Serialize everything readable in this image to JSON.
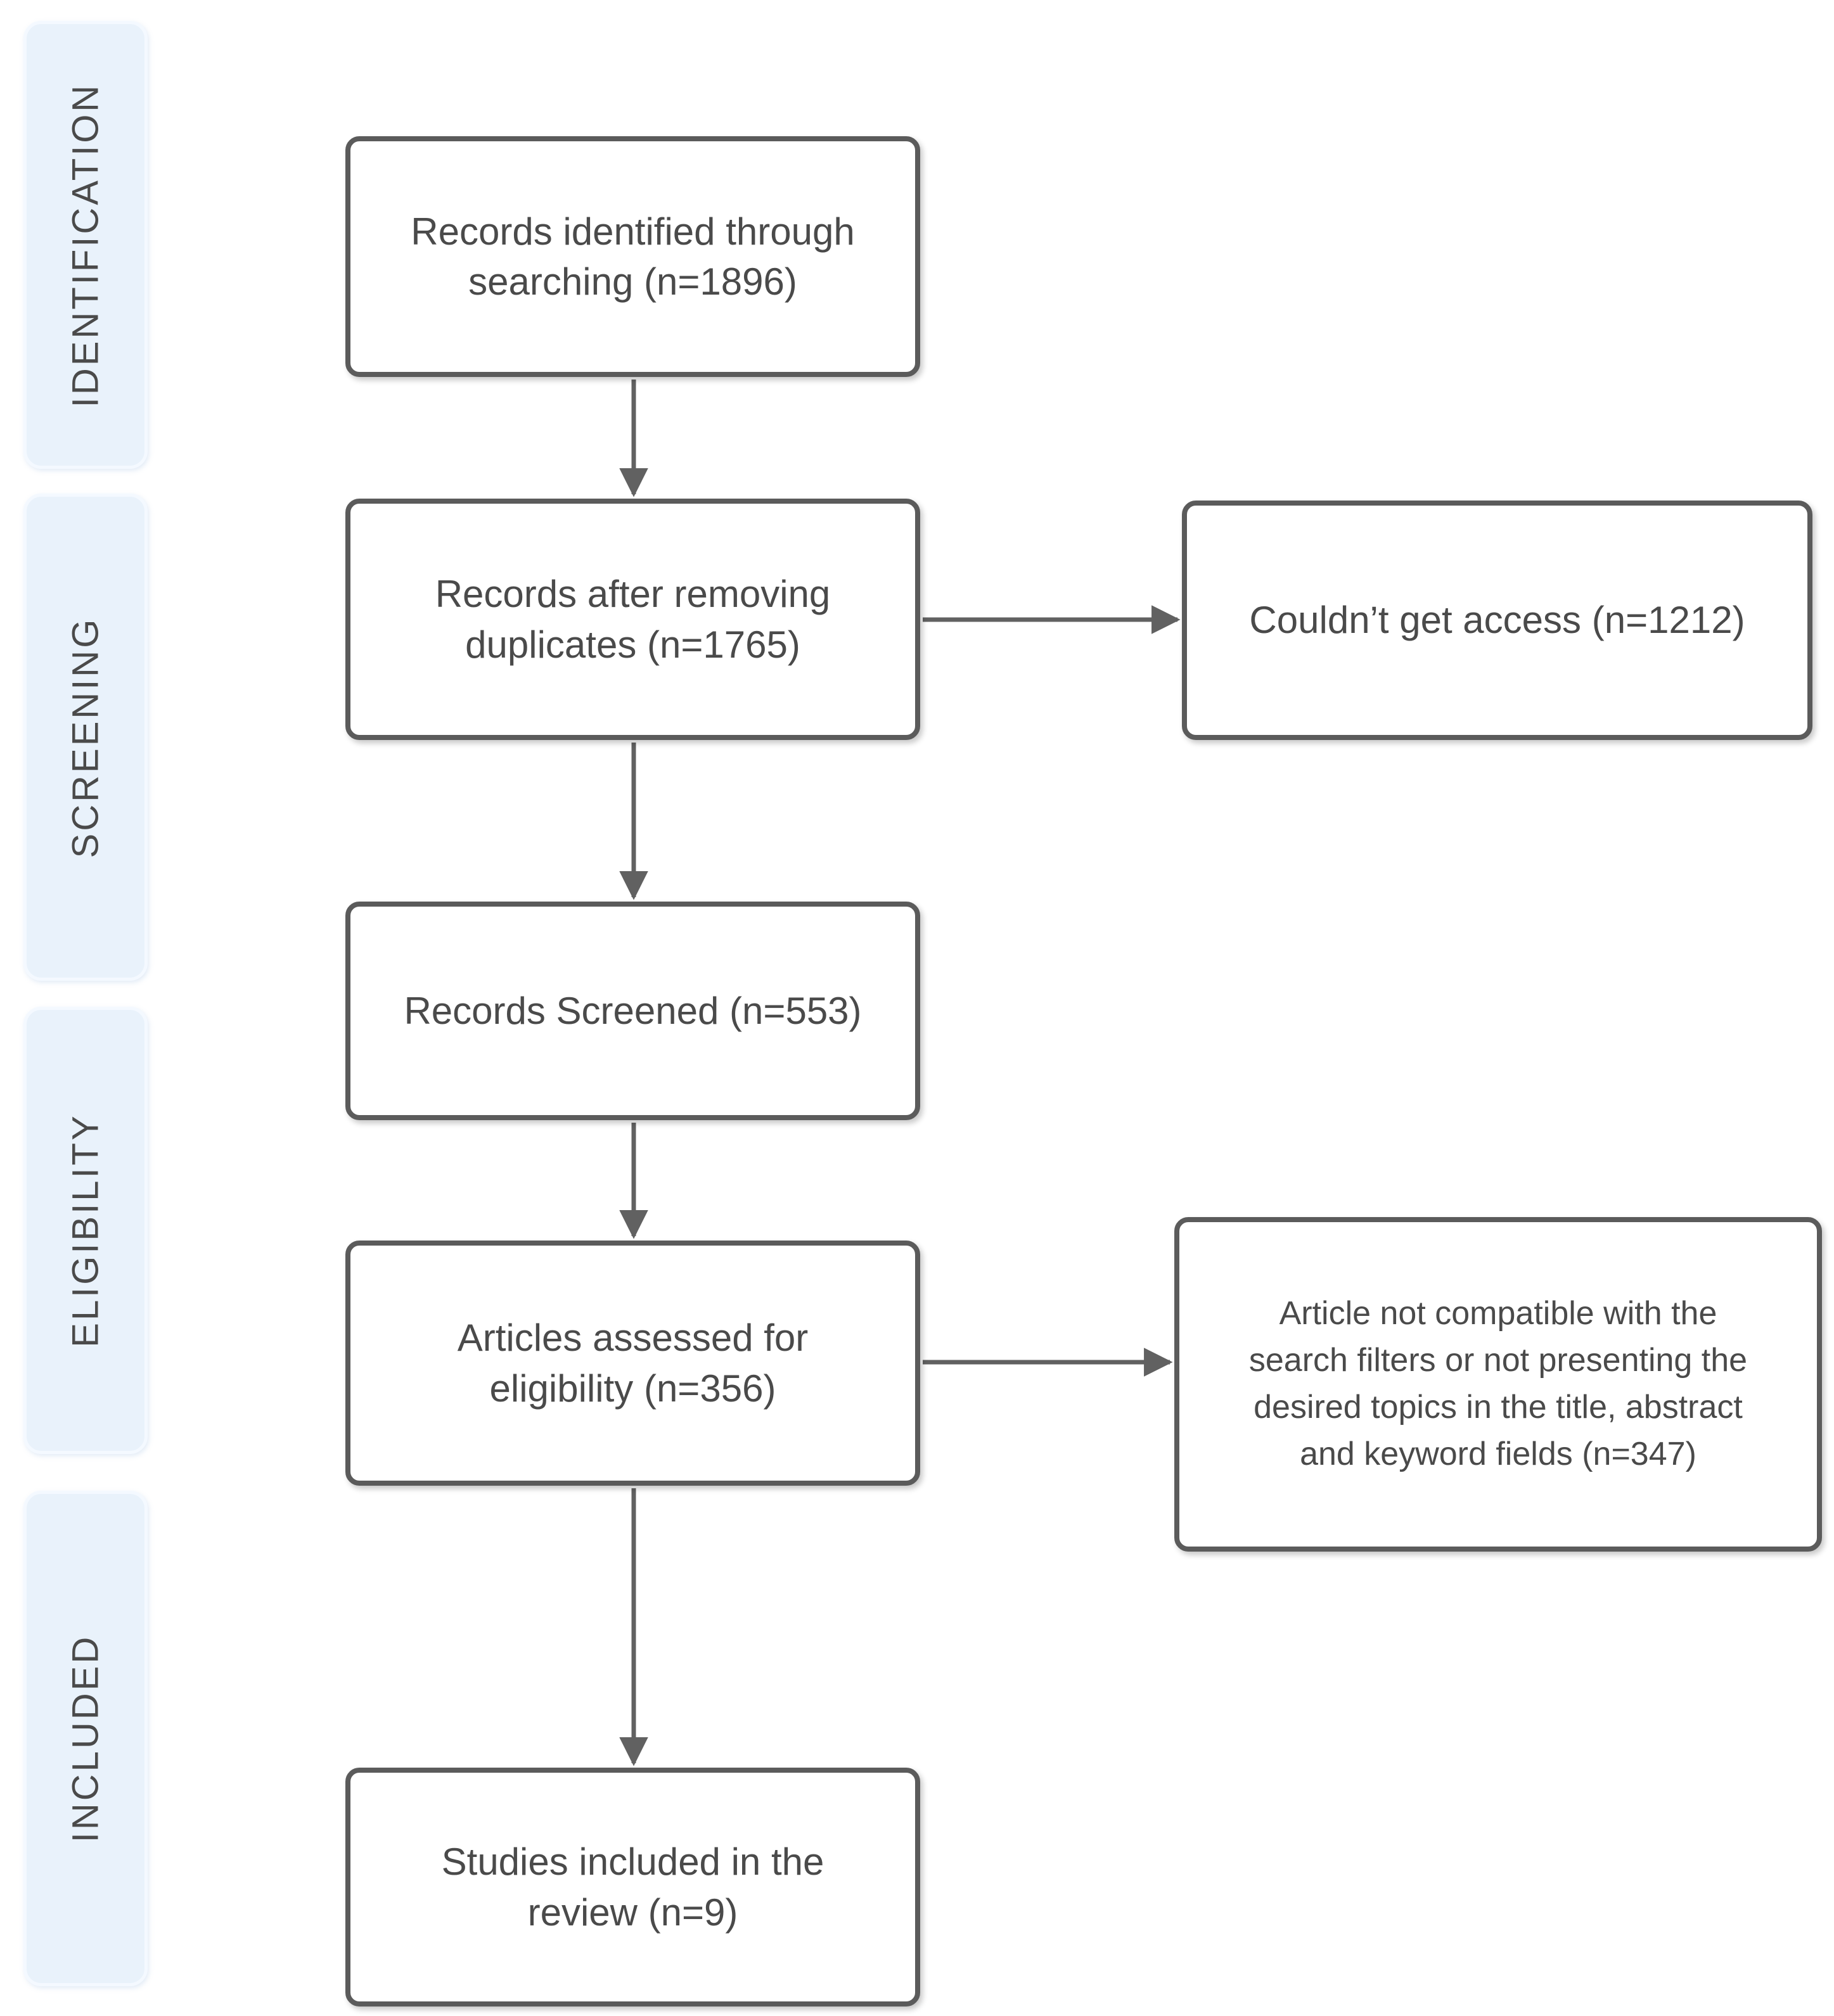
{
  "sidebar": {
    "stages": [
      {
        "id": "identification",
        "label": "IDENTIFICATION"
      },
      {
        "id": "screening",
        "label": "SCREENING"
      },
      {
        "id": "eligibility",
        "label": "ELIGIBILITY"
      },
      {
        "id": "included",
        "label": "INCLUDED"
      }
    ]
  },
  "flow": {
    "main_boxes": [
      {
        "id": "records-identified",
        "text": "Records identified through\nsearching (n=1896)",
        "n": 1896
      },
      {
        "id": "records-deduplicated",
        "text": "Records after removing\nduplicates (n=1765)",
        "n": 1765
      },
      {
        "id": "records-screened",
        "text": "Records Screened (n=553)",
        "n": 553
      },
      {
        "id": "articles-assessed",
        "text": "Articles assessed for\neligibility (n=356)",
        "n": 356
      },
      {
        "id": "studies-included",
        "text": "Studies included in the\nreview (n=9)",
        "n": 9
      }
    ],
    "exclusion_boxes": [
      {
        "id": "no-access",
        "text": "Couldn’t get access (n=1212)",
        "n": 1212
      },
      {
        "id": "not-compatible",
        "text": "Article not compatible with the\nsearch filters or not presenting the\ndesired topics in the title, abstract\nand keyword fields (n=347)",
        "n": 347
      }
    ],
    "edges": [
      {
        "from": "records-identified",
        "to": "records-deduplicated"
      },
      {
        "from": "records-deduplicated",
        "to": "no-access"
      },
      {
        "from": "records-deduplicated",
        "to": "records-screened"
      },
      {
        "from": "records-screened",
        "to": "articles-assessed"
      },
      {
        "from": "articles-assessed",
        "to": "not-compatible"
      },
      {
        "from": "articles-assessed",
        "to": "studies-included"
      }
    ]
  },
  "colors": {
    "stage_band_fill": "#e9f2fb",
    "stage_band_border": "#f4f9ff",
    "box_border": "#5b5b5b",
    "box_fill": "#ffffff",
    "arrow": "#616161",
    "text": "#4a4a4a",
    "background": "#ffffff"
  }
}
